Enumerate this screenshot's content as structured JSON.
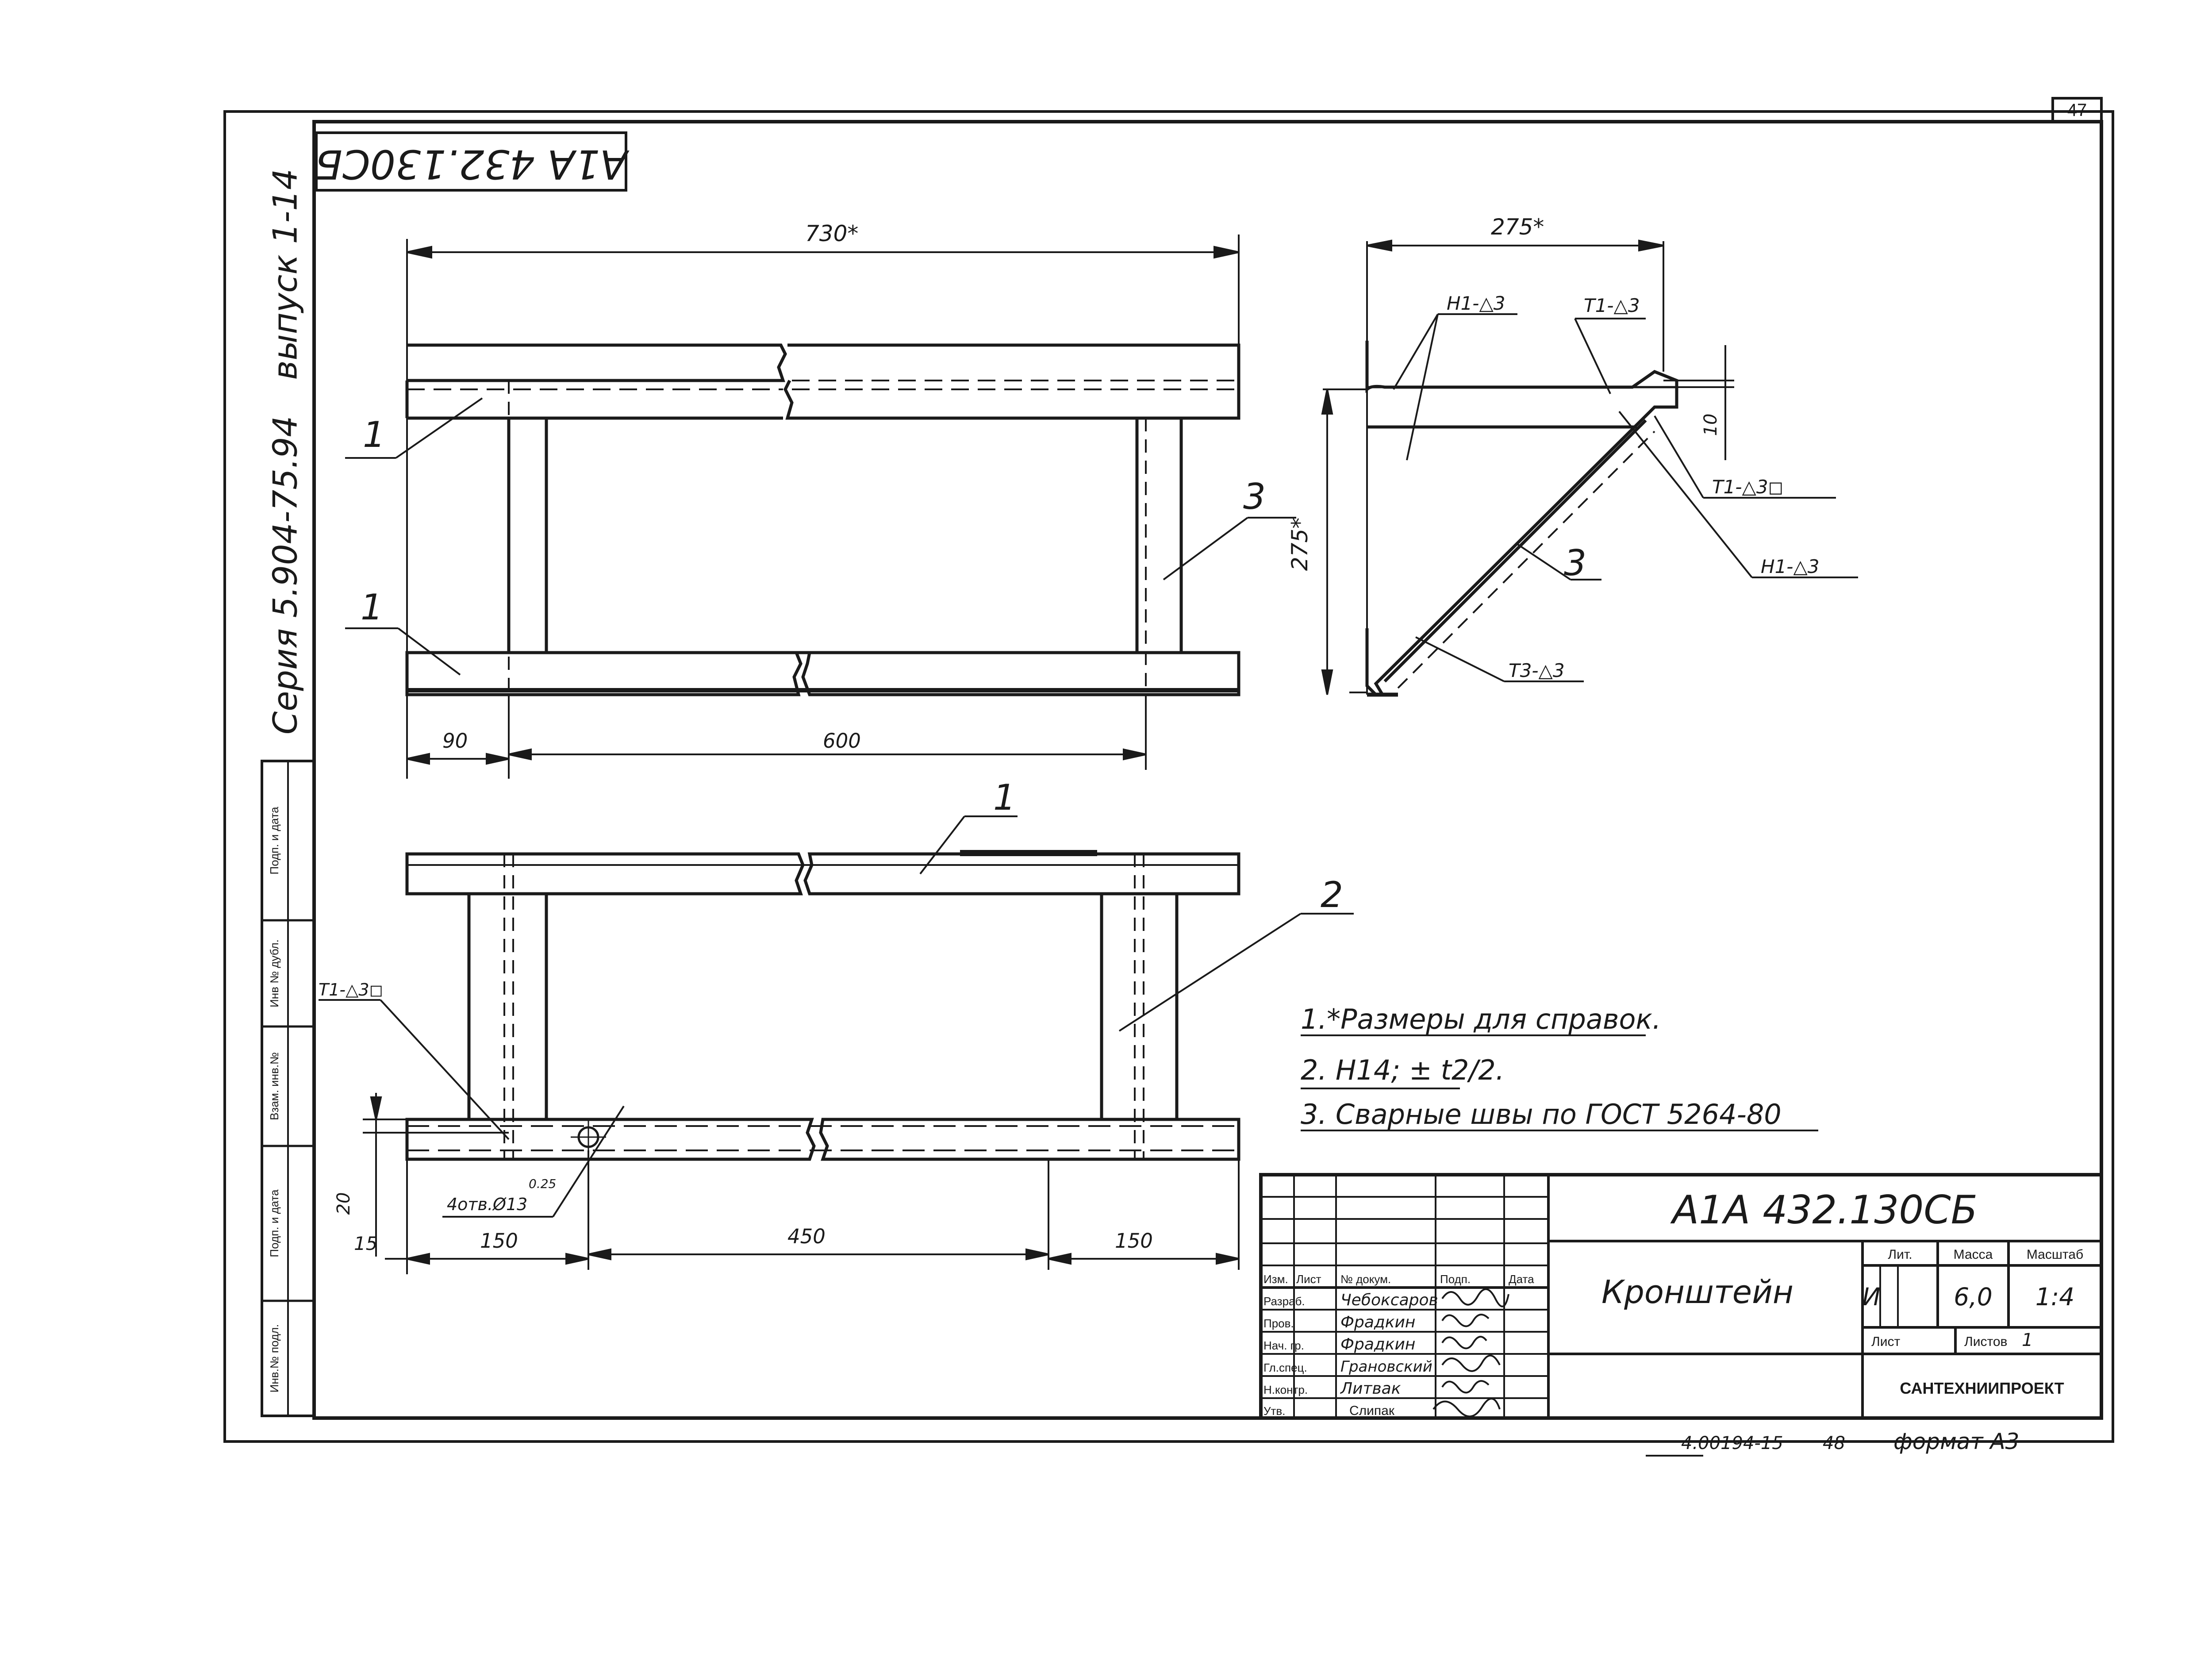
{
  "sheet": {
    "page_number": "47",
    "format": "формат А3",
    "bottom_code": "4.00194-15",
    "bottom_code_2": "48"
  },
  "rotated_stamp": {
    "designation": "А1А 432.130СБ",
    "series": "Серия 5.904-75.94",
    "issue": "выпуск 1-14"
  },
  "side_margin_labels": [
    "Подп. и дата",
    "Инв № дубл.",
    "Взам. инв.№",
    "Подп. и дата",
    "Инв.№ подл."
  ],
  "top_view": {
    "dim_overall": "730*",
    "dim_left": "90",
    "dim_span": "600",
    "callouts": [
      "1",
      "1",
      "3"
    ]
  },
  "side_view": {
    "dim_width": "275*",
    "dim_height": "275*",
    "dim_small": "10",
    "welds": [
      "Н1-△3",
      "Т1-△3",
      "Т1-△3◻",
      "Н1-△3",
      "Т3-△3"
    ],
    "callout": "3"
  },
  "bottom_view": {
    "callout_1": "1",
    "callout_2": "2",
    "weld": "Т1-△3◻",
    "holes": "4отв.Ø13",
    "hole_offset": "0.25",
    "dim_20": "20",
    "dim_15": "15",
    "dim_150a": "150",
    "dim_450": "450",
    "dim_150b": "150"
  },
  "notes": [
    "1.*Размеры для справок.",
    "2. H14; ± t2/2.",
    "3. Сварные швы по ГОСТ 5264-80"
  ],
  "title_block": {
    "designation": "А1А 432.130СБ",
    "name": "Кронштейн",
    "lit_header": "Лит.",
    "mass_header": "Масса",
    "scale_header": "Масштаб",
    "lit_value": "И",
    "mass_value": "6,0",
    "scale_value": "1:4",
    "sheet_label": "Лист",
    "sheets_label": "Листов",
    "sheets_value": "1",
    "organization": "САНТЕХНИИПРОЕКТ",
    "header_row": [
      "Изм.",
      "Лист",
      "№ докум.",
      "Подп.",
      "Дата"
    ],
    "roles": [
      {
        "role": "Разраб.",
        "name": "Чебоксаров"
      },
      {
        "role": "Пров.",
        "name": "Фрадкин"
      },
      {
        "role": "Нач. гр.",
        "name": "Фрадкин"
      },
      {
        "role": "Гл.спец.",
        "name": "Грановский"
      },
      {
        "role": "Н.контр.",
        "name": "Литвак"
      },
      {
        "role": "Утв.",
        "name": "Слипак"
      }
    ]
  }
}
